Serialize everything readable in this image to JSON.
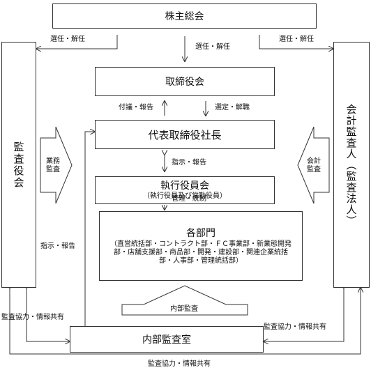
{
  "boxes": {
    "shareholders": "株主総会",
    "board": "取締役会",
    "president": "代表取締役社長",
    "exec_committee": "執行役員会",
    "exec_committee_sub": "（執行役員及び常勤役員）",
    "departments": "各部門",
    "departments_sub": "（直営統括部・コントラクト部・ＦＣ事業部・新業態開発部・店舗支援部・商品部・開発・建設部・関連企業統括部・人事部・管理統括部）",
    "internal_audit_office": "内部監査室",
    "audit_board": "監査役会",
    "accounting_auditor": "会計監査人（監査法人）"
  },
  "arrows": {
    "business_audit": "業務監査",
    "accounting_audit": "会計監査",
    "internal_audit": "内部監査"
  },
  "labels": {
    "elect_dismiss_left": "選任・解任",
    "elect_dismiss_center": "選任・解任",
    "elect_dismiss_right": "選任・解任",
    "refer_report": "付議・報告",
    "select_dismiss": "選定・解職",
    "instruct_report_center": "指示・報告",
    "manage_control": "管理・統制",
    "instruct_report_left": "指示・報告",
    "coop_share_left": "監査協力・情報共有",
    "coop_share_right": "監査協力・情報共有",
    "coop_share_bottom": "監査協力・情報共有"
  }
}
